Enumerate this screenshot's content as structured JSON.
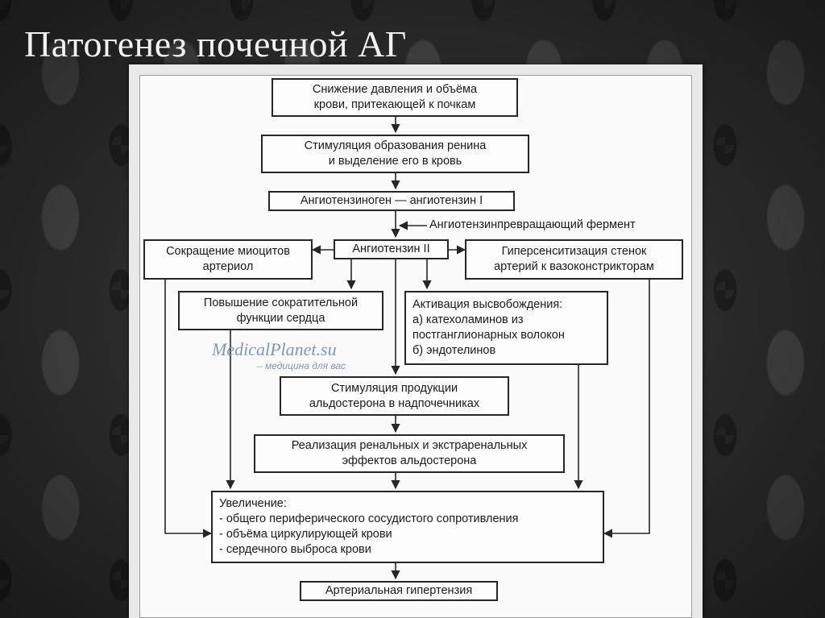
{
  "slide": {
    "title": "Патогенез почечной АГ"
  },
  "diagram": {
    "b1": [
      "Снижение давления и объёма",
      "крови, притекающей к почкам"
    ],
    "b2": [
      "Стимуляция образования ренина",
      "и выделение его в кровь"
    ],
    "b3": [
      "Ангиотензиноген — ангиотензин I"
    ],
    "enzyme": "Ангиотензинпревращающий фермент",
    "b4": [
      "Ангиотензин II"
    ],
    "b5": [
      "Сокращение миоцитов",
      "артериол"
    ],
    "b6": [
      "Гиперсенситизация стенок",
      "артерий к вазоконстрикторам"
    ],
    "b7": [
      "Повышение сократительной",
      "функции сердца"
    ],
    "b8": [
      "Активация высвобождения:",
      "а) катехоламинов из",
      "постганглионарных волокон",
      "б) эндотелинов"
    ],
    "b9": [
      "Стимуляция продукции",
      "альдостерона в надпочечниках"
    ],
    "b10": [
      "Реализация ренальных и экстраренальных",
      "эффектов альдостерона"
    ],
    "b11": [
      "Увеличение:",
      "- общего периферического сосудистого сопротивления",
      "- объёма циркулирующей крови",
      "- сердечного выброса крови"
    ],
    "b12": [
      "Артериальная гипертензия"
    ]
  },
  "watermark": {
    "name": "MedicalPlanet.su",
    "tagline": "– медицина для вас"
  }
}
